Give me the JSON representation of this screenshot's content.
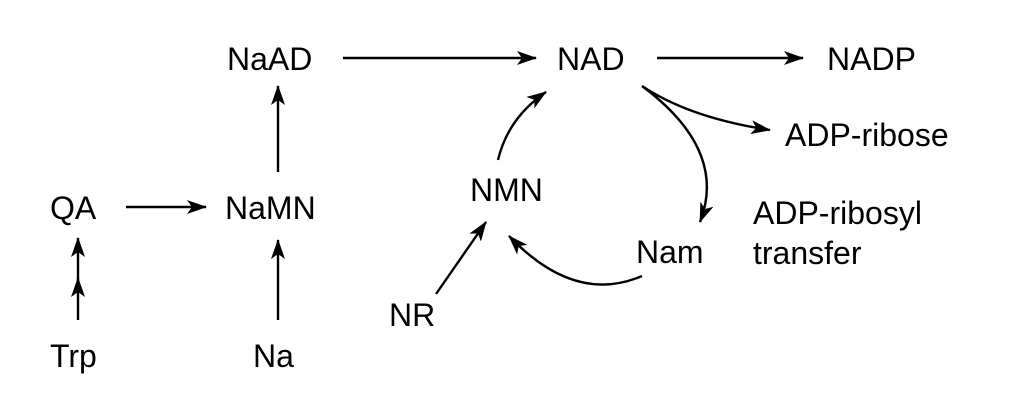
{
  "diagram": {
    "nodes": {
      "naad": "NaAD",
      "nad": "NAD",
      "nadp": "NADP",
      "adp_ribose": "ADP-ribose",
      "qa": "QA",
      "namn": "NaMN",
      "nmn": "NMN",
      "adp_ribosyl_line1": "ADP-ribosyl",
      "adp_ribosyl_line2": "transfer",
      "nam": "Nam",
      "nr": "NR",
      "trp": "Trp",
      "na": "Na"
    },
    "colors": {
      "stroke": "#000000",
      "text": "#000000",
      "background": "#ffffff"
    }
  }
}
